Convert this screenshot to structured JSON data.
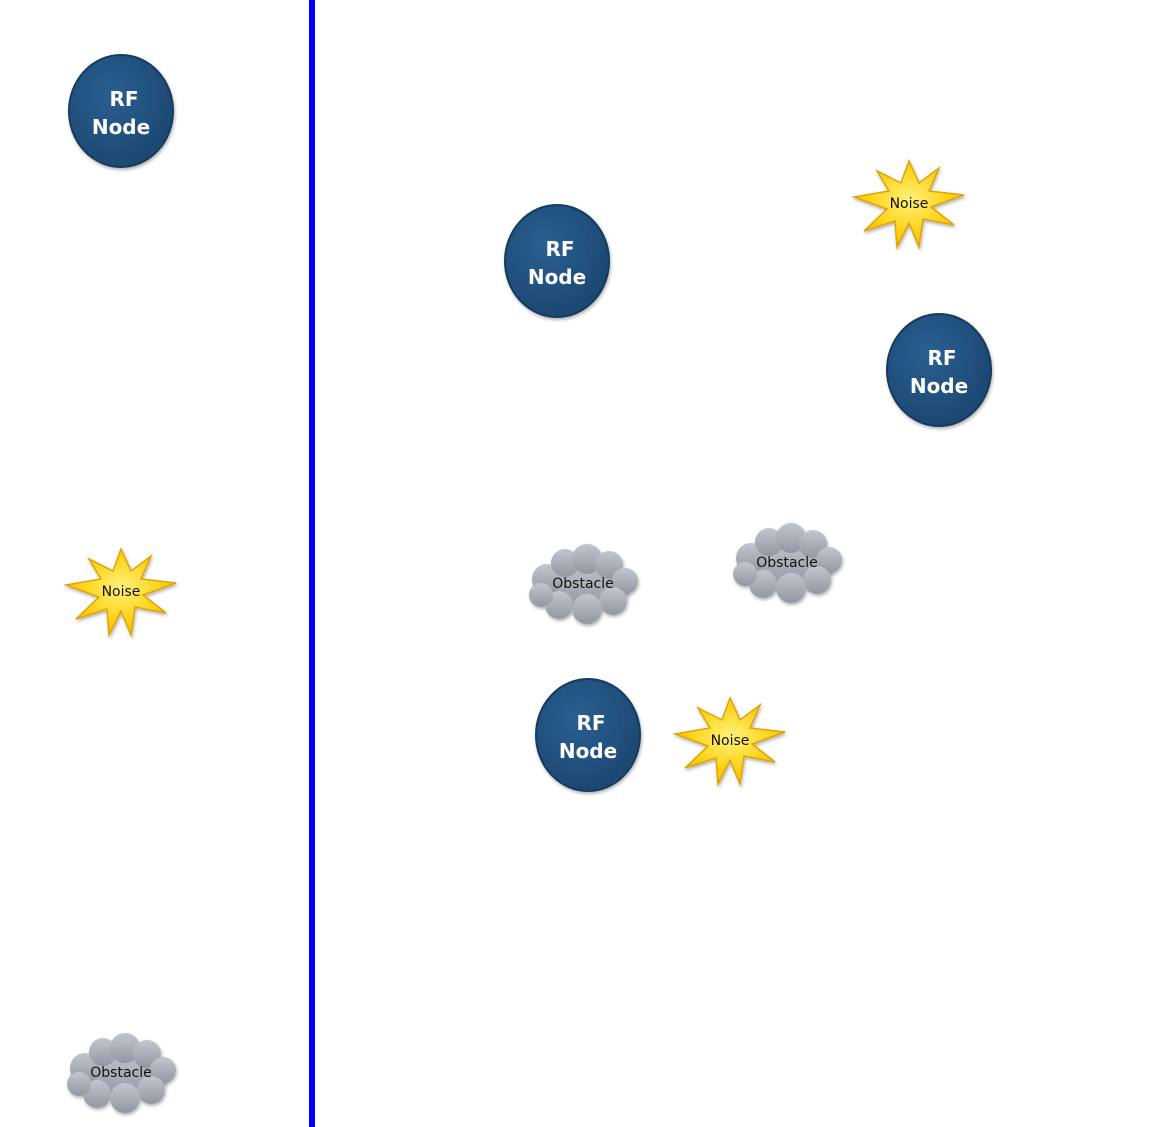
{
  "colors": {
    "background": "#ffffff",
    "divider": "#0000ff",
    "rf_node_fill": "#1f4e79",
    "rf_node_stroke": "#1a4268",
    "noise_fill": "#ffd21a",
    "noise_stroke": "#e6a800",
    "obstacle_fill": "#a9adb6",
    "obstacle_stroke": "#8e929c"
  },
  "legend": {
    "rf_node": {
      "line1": "RF",
      "line2": "Node"
    },
    "noise": {
      "label": "Noise"
    },
    "obstacle": {
      "label": "Obstacle"
    }
  },
  "scene": {
    "rf_nodes": [
      {
        "line1": "RF",
        "line2": "Node"
      },
      {
        "line1": "RF",
        "line2": "Node"
      },
      {
        "line1": "RF",
        "line2": "Node"
      }
    ],
    "noise": [
      {
        "label": "Noise"
      },
      {
        "label": "Noise"
      }
    ],
    "obstacles": [
      {
        "label": "Obstacle"
      },
      {
        "label": "Obstacle"
      }
    ]
  }
}
